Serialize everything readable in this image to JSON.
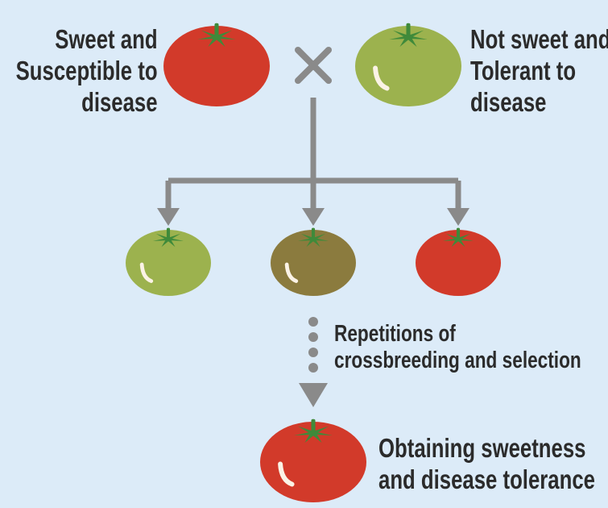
{
  "parents": {
    "left": {
      "lines": [
        "Sweet and",
        "Susceptible to",
        "disease"
      ],
      "color": "#d23a2a"
    },
    "right": {
      "lines": [
        "Not sweet and",
        "Tolerant to",
        "disease"
      ],
      "color": "#9cb24e"
    },
    "cross_symbol": "×"
  },
  "offspring": [
    {
      "color": "#9cb24e"
    },
    {
      "color": "#8b7b3e"
    },
    {
      "color": "#d23a2a"
    }
  ],
  "process": {
    "lines": [
      "Repetitions of",
      "crossbreeding and selection"
    ]
  },
  "result": {
    "lines": [
      "Obtaining sweetness",
      "and disease tolerance"
    ],
    "color": "#d23a2a"
  },
  "colors": {
    "background": "#dcebf8",
    "connector": "#8a8a8a",
    "stem": "#3f8a3a",
    "text": "#2b2b2b"
  }
}
